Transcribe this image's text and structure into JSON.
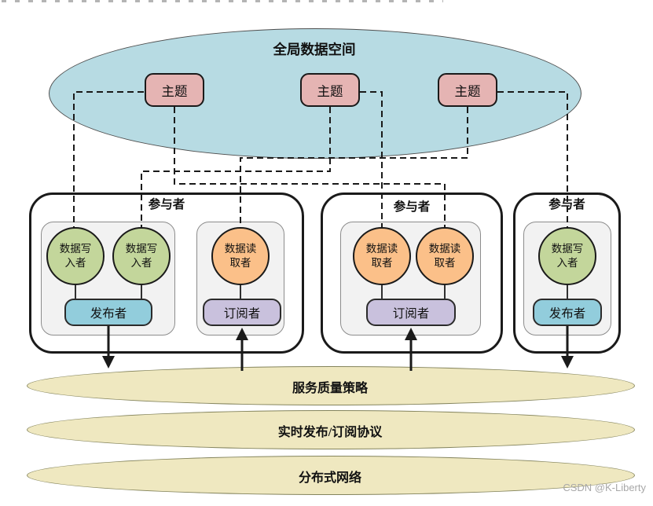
{
  "palette": {
    "line": "#1a1a1a",
    "global_space_fill": "#b7dbe3",
    "global_space_border": "#4f4f4f",
    "topic_fill": "#e5b4b3",
    "writer_fill": "#c3d69b",
    "reader_fill": "#fbc089",
    "publisher_fill": "#92cddc",
    "subscriber_fill": "#c9c1dd",
    "group_fill": "#f2f2f2",
    "group_border": "#8c8c8c",
    "participant_fill": "#ffffff",
    "layer_fill": "#efe8c0",
    "layer_border": "#84845c",
    "watermark_color": "#a8a8a8"
  },
  "global_data_space": {
    "label": "全局数据空间"
  },
  "topics": [
    {
      "label": "主题"
    },
    {
      "label": "主题"
    },
    {
      "label": "主题"
    }
  ],
  "participants": [
    {
      "label": "参与者",
      "groups": [
        {
          "circles": [
            {
              "label": "数据写\n入者"
            },
            {
              "label": "数据写\n入者"
            }
          ],
          "port": {
            "label": "发布者"
          }
        },
        {
          "circles": [
            {
              "label": "数据读\n取者"
            }
          ],
          "port": {
            "label": "订阅者"
          }
        }
      ]
    },
    {
      "label": "参与者",
      "groups": [
        {
          "circles": [
            {
              "label": "数据读\n取者"
            },
            {
              "label": "数据读\n取者"
            }
          ],
          "port": {
            "label": "订阅者"
          }
        }
      ]
    },
    {
      "label": "参与者",
      "groups": [
        {
          "circles": [
            {
              "label": "数据写\n入者"
            }
          ],
          "port": {
            "label": "发布者"
          }
        }
      ]
    }
  ],
  "layers": [
    {
      "label": "服务质量策略"
    },
    {
      "label": "实时发布/订阅协议"
    },
    {
      "label": "分布式网络"
    }
  ],
  "watermark": "CSDN @K-Liberty"
}
